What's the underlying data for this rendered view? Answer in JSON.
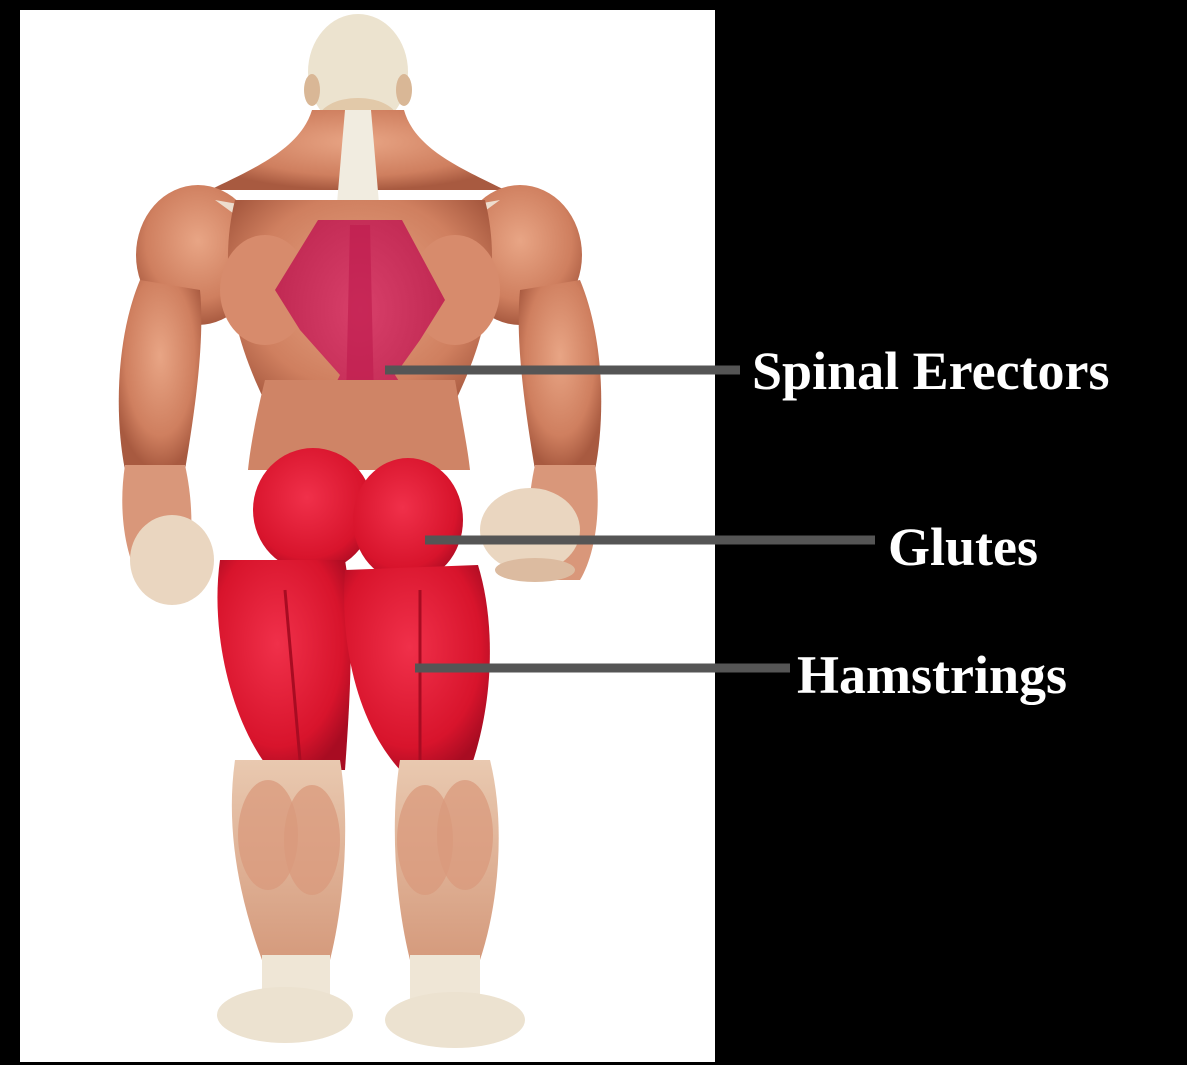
{
  "labels": {
    "spinal_erectors": "Spinal Erectors",
    "glutes": "Glutes",
    "hamstrings": "Hamstrings"
  },
  "colors": {
    "background": "#000000",
    "panel": "#ffffff",
    "skin_muscle": "#d98a6a",
    "tendon": "#f1ece0",
    "highlight_red": "#e0192e",
    "highlight_dark": "#c0102a",
    "leader_line": "#555555",
    "label_text": "#ffffff"
  }
}
